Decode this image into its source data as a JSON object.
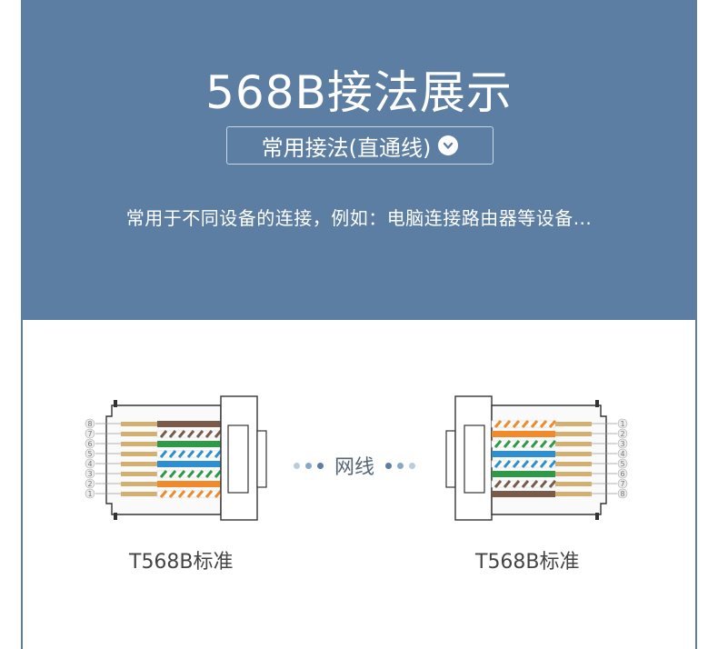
{
  "header": {
    "title": "568B接法展示",
    "subtitle": "常用接法(直通线)",
    "description": "常用于不同设备的连接，例如：电脑连接路由器等设备..."
  },
  "diagram": {
    "cable_label": "网线",
    "left_plug": {
      "standard": "T568B标准",
      "pin_numbers": [
        "8",
        "7",
        "6",
        "5",
        "4",
        "3",
        "2",
        "1"
      ]
    },
    "right_plug": {
      "standard": "T568B标准",
      "pin_numbers": [
        "1",
        "2",
        "3",
        "4",
        "5",
        "6",
        "7",
        "8"
      ]
    }
  },
  "colors": {
    "header_bg": "#5b7ea2",
    "brown": "#7a5a48",
    "green": "#2e9a47",
    "blue": "#2d8fd0",
    "orange": "#f08a2a",
    "gold": "#d4b070",
    "dot_light": "#b9cde0",
    "dot_dark": "#5b7ea2"
  }
}
